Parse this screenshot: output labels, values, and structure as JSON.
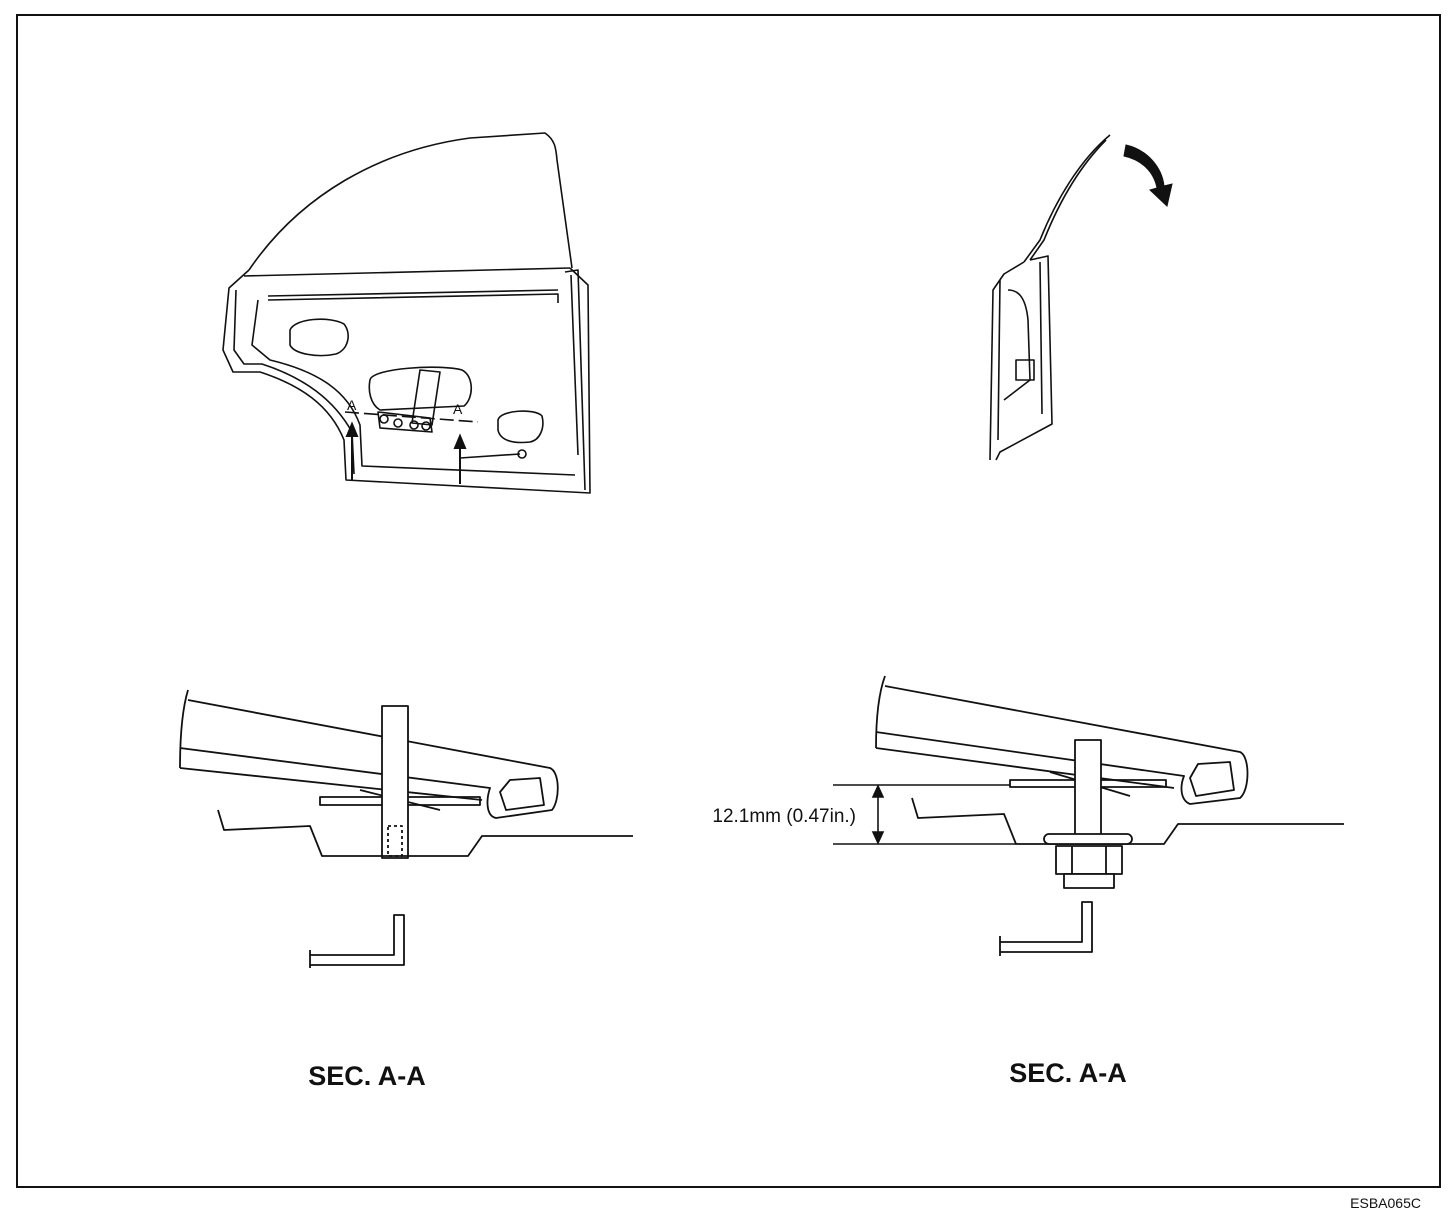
{
  "figure": {
    "section_label_left": "SEC. A-A",
    "section_label_right": "SEC. A-A",
    "dimension_label": "12.1mm (0.47in.)",
    "section_marker_left": "A",
    "section_marker_right": "A",
    "figure_code": "ESBA065C"
  }
}
